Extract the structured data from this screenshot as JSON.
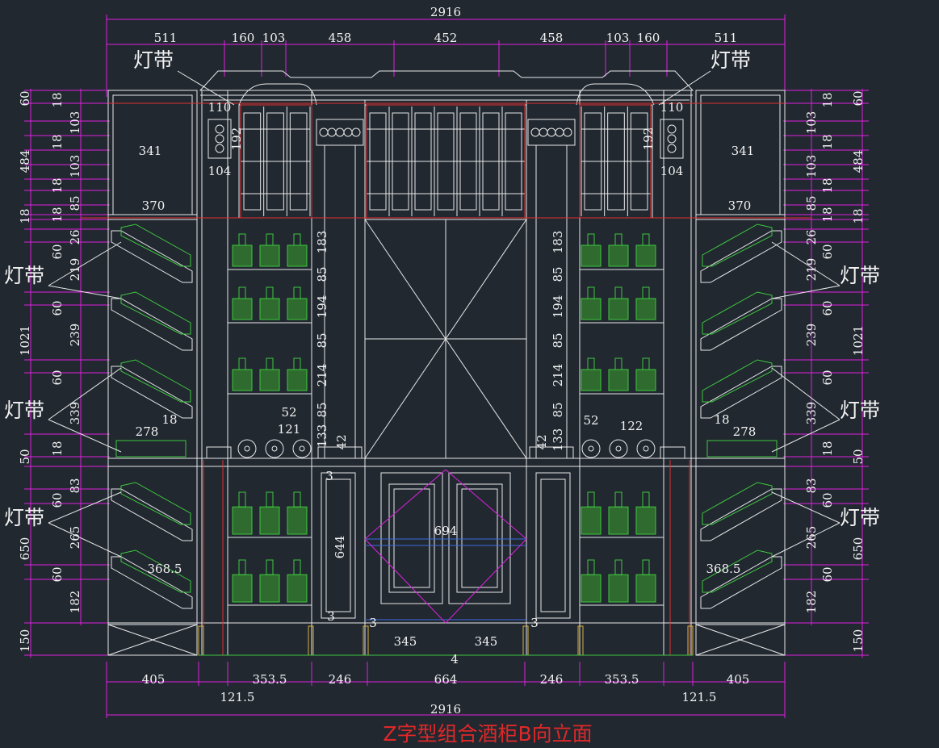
{
  "drawing": {
    "title": "Z字型组合酒柜B向立面",
    "light_strip_label": "灯带",
    "total_width": "2916",
    "top_dims": [
      "511",
      "160",
      "103",
      "458",
      "452",
      "458",
      "103",
      "160",
      "511"
    ],
    "bottom_dims": [
      "405",
      "353.5",
      "246",
      "664",
      "246",
      "353.5",
      "405"
    ],
    "bottom_sub_dims": [
      "121.5",
      "121.5"
    ],
    "left_outer_dims": [
      "60",
      "484",
      "18",
      "1021",
      "50",
      "650",
      "150"
    ],
    "left_inner_dims": [
      "18",
      "103",
      "18",
      "103",
      "18",
      "85",
      "18",
      "26",
      "60",
      "219",
      "60",
      "239",
      "60",
      "339",
      "18",
      "83",
      "60",
      "265",
      "60",
      "182"
    ],
    "right_inner_dims": [
      "18",
      "103",
      "18",
      "103",
      "18",
      "85",
      "18",
      "26",
      "60",
      "219",
      "60",
      "239",
      "60",
      "339",
      "18",
      "83",
      "60",
      "265",
      "60",
      "182"
    ],
    "right_outer_dims": [
      "60",
      "484",
      "18",
      "1021",
      "50",
      "650",
      "150"
    ],
    "shelf_width_dims": [
      "341",
      "370",
      "341",
      "370"
    ],
    "misc_dims": [
      "110",
      "192",
      "104",
      "110",
      "192",
      "104",
      "183",
      "85",
      "194",
      "85",
      "214",
      "85",
      "52",
      "121",
      "133",
      "42",
      "183",
      "85",
      "194",
      "85",
      "214",
      "85",
      "52",
      "122",
      "133",
      "42",
      "278",
      "18",
      "278",
      "18",
      "644",
      "694",
      "368.5",
      "368.5",
      "3",
      "3",
      "3",
      "3",
      "345",
      "345",
      "4"
    ]
  }
}
